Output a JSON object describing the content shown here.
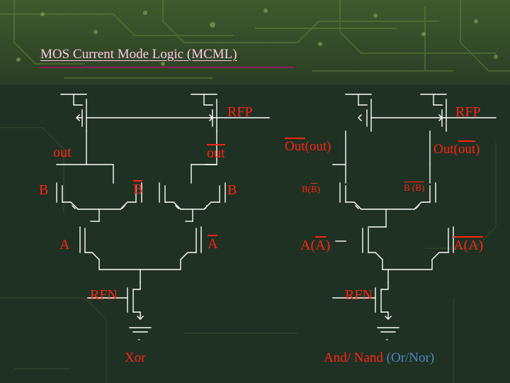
{
  "slide": {
    "title": "MOS Current Mode  Logic (MCML)"
  },
  "left_circuit": {
    "rfp": "RFP",
    "out": "out",
    "out_bar": "out",
    "b": "B",
    "b_bar": "B",
    "b_right": "B",
    "a": "A",
    "a_bar": "A",
    "rfn": "RFN",
    "ground": "-",
    "caption": "Xor"
  },
  "right_circuit": {
    "rfp": "RFP",
    "out_left_main": "Out",
    "out_left_paren": "(out)",
    "out_right_main": "Out(",
    "out_right_over": "out",
    "out_right_close": ")",
    "b_left_main": "B(",
    "b_left_over": "B",
    "b_left_close": ")",
    "b_right": "B (B)",
    "a_left_main": "A(",
    "a_left_over": "A",
    "a_left_close": ")",
    "a_right": "A(A)",
    "rfn": "RFN",
    "ground": "-",
    "caption_main": "And/ Nand",
    "caption_alt": "(Or/Nor)"
  },
  "colors": {
    "label_red": "#ff2418",
    "title_pink": "#ffc8e6",
    "wire_white": "#ffffff",
    "caption_blue": "#4a86c9",
    "pcb_green": "#233526"
  }
}
